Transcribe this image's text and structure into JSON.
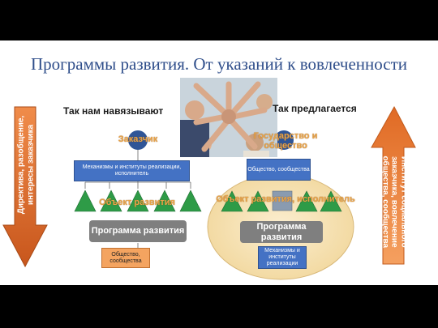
{
  "slide": {
    "title": "Программы развития. От указаний к вовлеченности"
  },
  "left": {
    "subhead": "Так нам навязывают",
    "customer": "Заказчик",
    "mechanisms": "Механизмы и институты реализации, исполнитель",
    "object": "Объект развития",
    "program": "Программа развития",
    "society": "Общество, сообщества",
    "arrow_text": "Директива, разобщение, интересы заказчика"
  },
  "right": {
    "subhead": "Так предлагается",
    "state": "Государство и общество",
    "society": "Общество, сообщества",
    "object": "Объект развития, исполнитель",
    "program": "Программа развития",
    "mechanisms": "Механизмы и институты реализации",
    "arrow_text": "Институт социального заказчика, вовлечение общества, сообщества"
  },
  "colors": {
    "title": "#2e4d8a",
    "arrow_fill": "#d2691e",
    "arrow_light": "#f08c4a",
    "triangle": "#2e9b47",
    "blue_box": "#4472c4",
    "gray_box": "#7f7f7f",
    "ellipse": "#f7e2b2"
  },
  "icons": [
    "photo-hands-team"
  ]
}
